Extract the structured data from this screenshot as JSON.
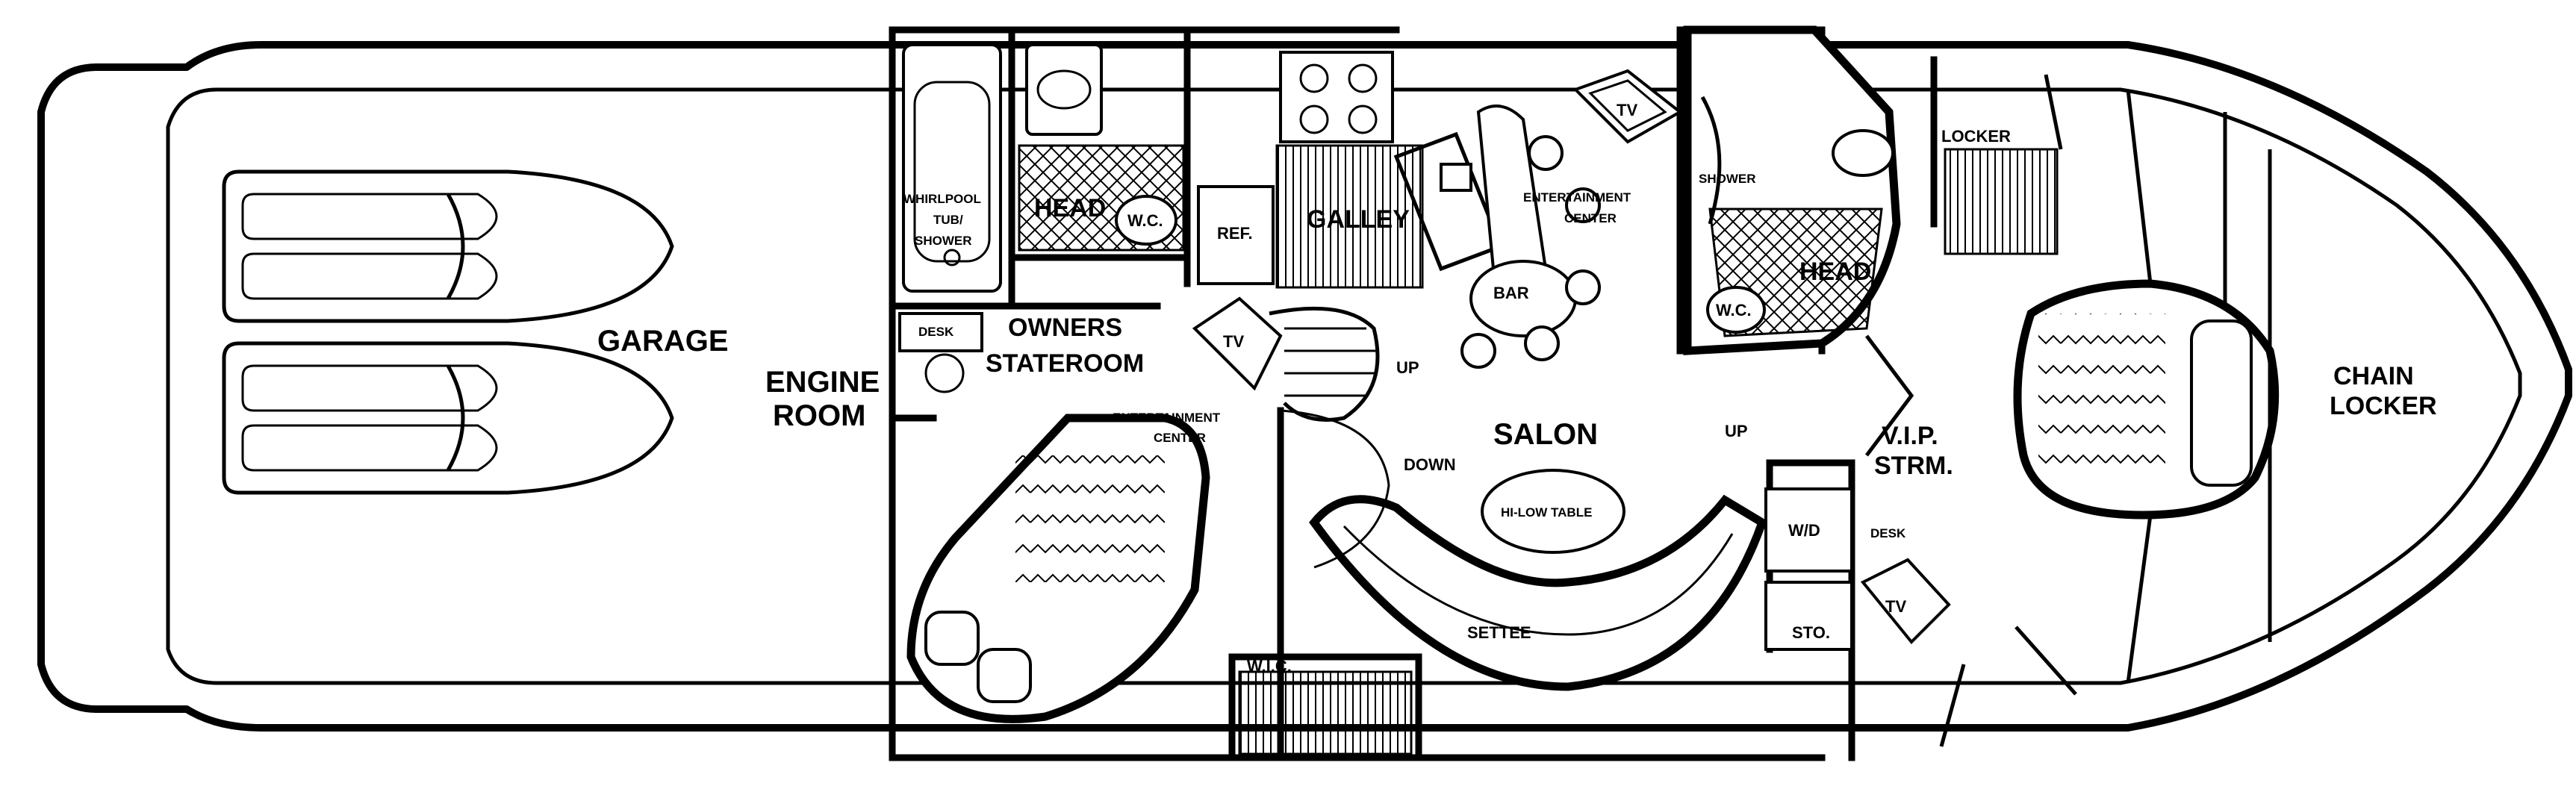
{
  "labels": {
    "garage": "GARAGE",
    "engine_room_1": "ENGINE",
    "engine_room_2": "ROOM",
    "whirlpool_1": "WHIRLPOOL",
    "whirlpool_2": "TUB/",
    "whirlpool_3": "SHOWER",
    "head_aft": "HEAD",
    "wc_aft": "W.C.",
    "ref": "REF.",
    "galley": "GALLEY",
    "tv_galley": "TV",
    "ent_center_salon_1": "ENTERTAINMENT",
    "ent_center_salon_2": "CENTER",
    "bar": "BAR",
    "desk_owner": "DESK",
    "owners_1": "OWNERS",
    "owners_2": "STATEROOM",
    "tv_owner": "TV",
    "up_fwd_stairs": "UP",
    "ent_center_owner_1": "ENTERTAINMENT",
    "ent_center_owner_2": "CENTER",
    "down": "DOWN",
    "salon": "SALON",
    "hilow_table": "HI-LOW TABLE",
    "settee": "SETTEE",
    "wic": "W.I.C.",
    "up_vip": "UP",
    "shower_fwd": "SHOWER",
    "head_fwd": "HEAD",
    "wc_fwd": "W.C.",
    "locker": "LOCKER",
    "vip_1": "V.I.P.",
    "vip_2": "STRM.",
    "desk_vip": "DESK",
    "wd": "W/D",
    "sto": "STO.",
    "tv_vip": "TV",
    "chain_1": "CHAIN",
    "chain_2": "LOCKER"
  }
}
